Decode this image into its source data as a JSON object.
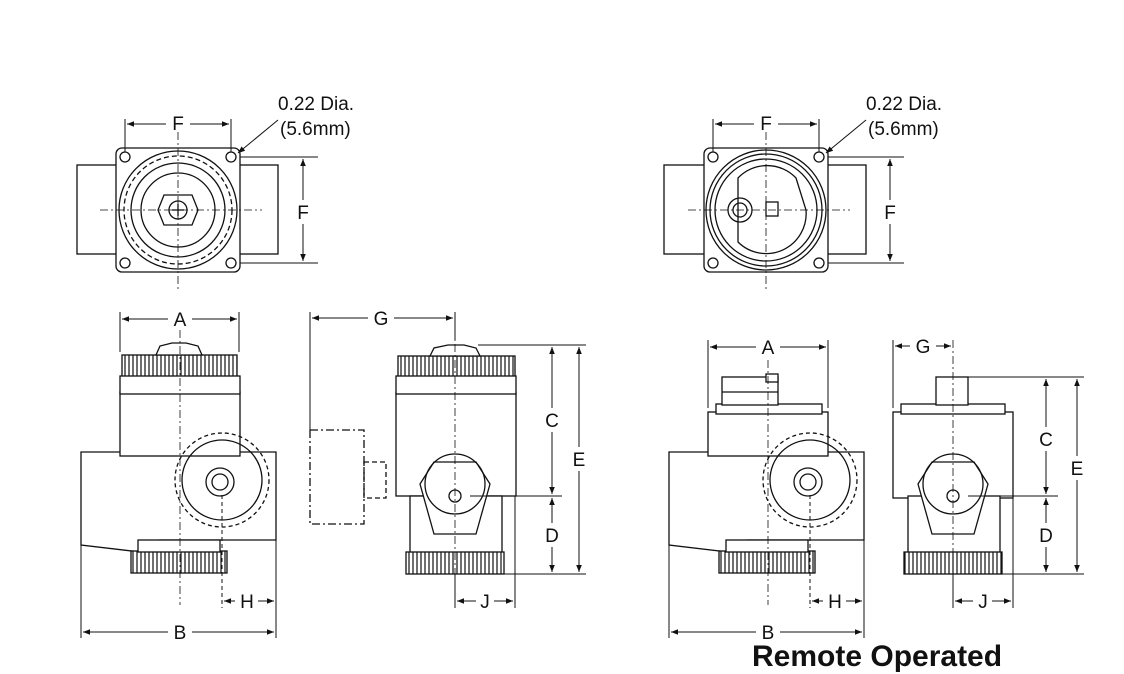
{
  "left_view": {
    "top": {
      "hole_dia": "0.22 Dia.",
      "hole_mm": "(5.6mm)",
      "dim_width": "F",
      "dim_height": "F"
    },
    "front": {
      "dim_a": "A",
      "dim_b": "B",
      "dim_h": "H"
    },
    "side": {
      "dim_g": "G",
      "dim_c": "C",
      "dim_d": "D",
      "dim_e": "E",
      "dim_j": "J"
    }
  },
  "right_view": {
    "top": {
      "hole_dia": "0.22 Dia.",
      "hole_mm": "(5.6mm)",
      "dim_width": "F",
      "dim_height": "F"
    },
    "front": {
      "dim_a": "A",
      "dim_b": "B",
      "dim_h": "H"
    },
    "side": {
      "dim_g": "G",
      "dim_c": "C",
      "dim_d": "D",
      "dim_e": "E",
      "dim_j": "J"
    }
  },
  "caption": "Remote Operated"
}
